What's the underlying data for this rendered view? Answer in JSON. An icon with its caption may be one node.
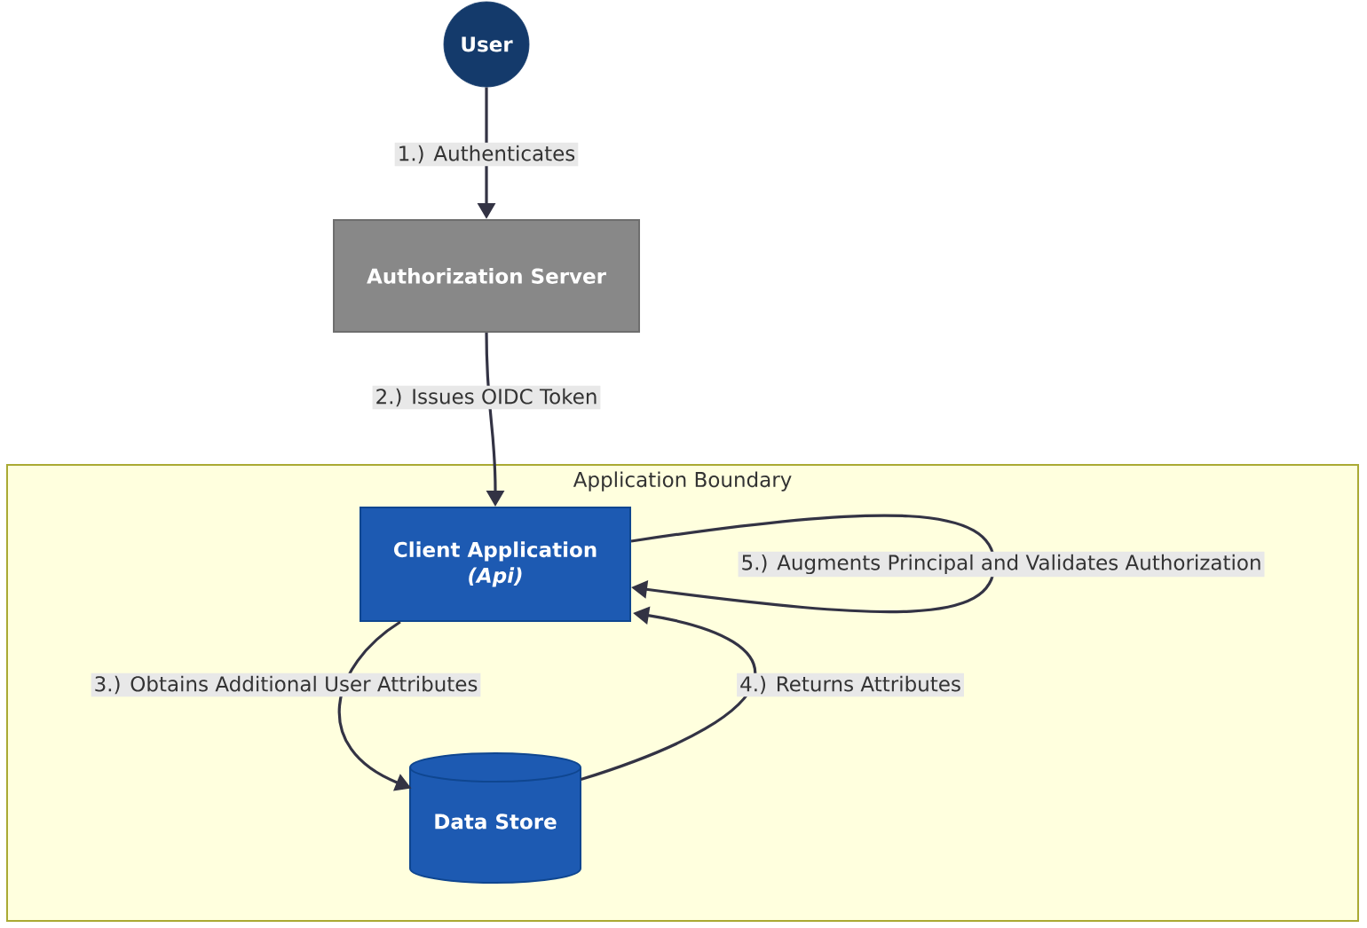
{
  "diagram": {
    "nodes": [
      {
        "text": [
          "User"
        ]
      },
      {
        "text": [
          "Authorization Server"
        ]
      },
      {
        "text": [
          "Application Boundary"
        ]
      },
      {
        "text": [
          "Client Application",
          "(Api)"
        ],
        "in": 2
      },
      {
        "text": [
          "Data Store"
        ],
        "in": 2
      }
    ],
    "edges": [
      {
        "from": 0,
        "to": 1,
        "arrow": "to",
        "label": "1.) Authenticates"
      },
      {
        "from": 1,
        "to": 3,
        "arrow": "to",
        "label": "2.) Issues OIDC Token"
      },
      {
        "from": 3,
        "to": 4,
        "arrow": "to",
        "label": "3.) Obtains Additional User Attributes"
      },
      {
        "from": 4,
        "to": 3,
        "arrow": "to",
        "label": "4.) Returns Attributes"
      },
      {
        "from": 3,
        "to": 3,
        "arrow": "to",
        "label": "5.) Augments Principal and Validates Authorization"
      }
    ]
  }
}
